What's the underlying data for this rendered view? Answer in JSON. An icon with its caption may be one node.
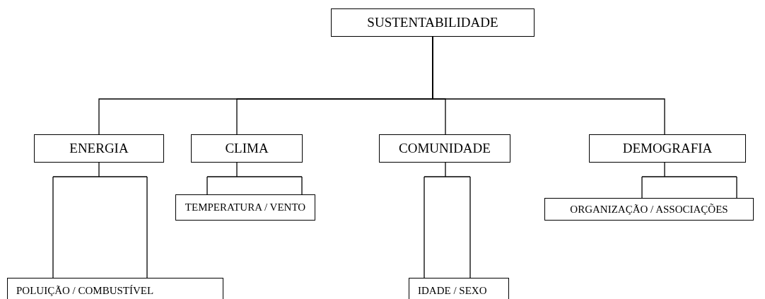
{
  "diagram": {
    "nodes": [
      {
        "text": [
          "SUSTENTABILIDADE"
        ]
      },
      {
        "text": [
          "ENERGIA"
        ]
      },
      {
        "text": [
          "CLIMA"
        ]
      },
      {
        "text": [
          "COMUNIDADE"
        ]
      },
      {
        "text": [
          "DEMOGRAFIA"
        ]
      },
      {
        "text": [
          "POLUIÇÃO / COMBUSTÍVEL"
        ]
      },
      {
        "text": [
          "TEMPERATURA / VENTO"
        ]
      },
      {
        "text": [
          "IDADE / SEXO"
        ]
      },
      {
        "text": [
          "ORGANIZAÇÃO / ASSOCIAÇÕES"
        ]
      }
    ],
    "edges": [
      {
        "from": 0,
        "to": 1,
        "arrow": "none"
      },
      {
        "from": 0,
        "to": 2,
        "arrow": "none"
      },
      {
        "from": 0,
        "to": 3,
        "arrow": "none"
      },
      {
        "from": 0,
        "to": 4,
        "arrow": "none"
      },
      {
        "from": 1,
        "to": 5,
        "arrow": "none"
      },
      {
        "from": 2,
        "to": 6,
        "arrow": "none"
      },
      {
        "from": 3,
        "to": 7,
        "arrow": "none"
      },
      {
        "from": 4,
        "to": 8,
        "arrow": "none"
      }
    ]
  }
}
